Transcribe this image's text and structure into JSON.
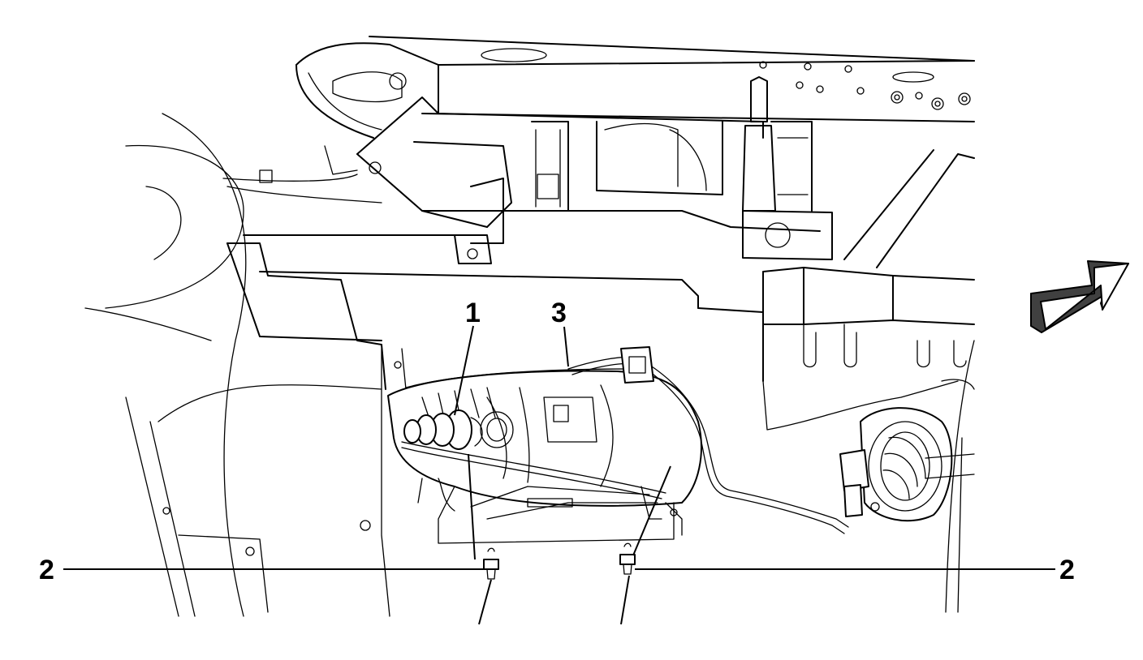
{
  "callouts": {
    "c1": "1",
    "c2_left": "2",
    "c2_right": "2",
    "c3": "3"
  },
  "icons": {
    "direction": "front-direction-arrow-icon"
  },
  "colors": {
    "line": "#000000",
    "background": "#ffffff",
    "arrow_side": "#404040"
  }
}
